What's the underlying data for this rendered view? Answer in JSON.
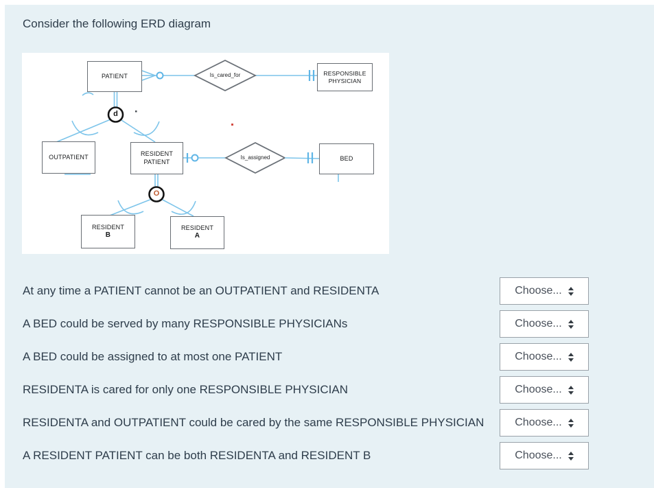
{
  "page": {
    "title": "Consider the following ERD diagram",
    "background": "#ffffff",
    "panel_background": "#e7f1f5"
  },
  "erd": {
    "colors": {
      "connector_blue": "#7cc4ea",
      "shape_border": "#6a7077",
      "constraint_circle": "#141414"
    },
    "entities": {
      "patient": {
        "label": "PATIENT"
      },
      "responsible_physician": {
        "line1": "RESPONSIBLE",
        "line2": "PHYSICIAN"
      },
      "outpatient": {
        "label": "OUTPATIENT"
      },
      "resident_patient": {
        "line1": "RESIDENT",
        "line2": "PATIENT"
      },
      "bed": {
        "label": "BED"
      },
      "resident_b": {
        "line1": "RESIDENT",
        "line2": "B"
      },
      "resident_a": {
        "line1": "RESIDENT",
        "line2": "A"
      }
    },
    "relationships": {
      "is_cared_for": {
        "label": "Is_cared_for"
      },
      "is_assigned": {
        "label": "Is_assigned"
      }
    },
    "specialization": {
      "disjoint_label": "d",
      "overlap_label": "O"
    }
  },
  "questions": [
    {
      "text": "At any time a PATIENT cannot be an OUTPATIENT and RESIDENTA",
      "selected": "Choose..."
    },
    {
      "text": "A BED could be served by many RESPONSIBLE PHYSICIANs",
      "selected": "Choose..."
    },
    {
      "text": "A BED could be assigned to at most one PATIENT",
      "selected": "Choose..."
    },
    {
      "text": "RESIDENTA is cared for only one RESPONSIBLE PHYSICIAN",
      "selected": "Choose..."
    },
    {
      "text": "RESIDENTA and OUTPATIENT could be cared by the same RESPONSIBLE PHYSICIAN",
      "selected": "Choose..."
    },
    {
      "text": "A RESIDENT PATIENT can be both RESIDENTA and RESIDENT B",
      "selected": "Choose..."
    }
  ]
}
